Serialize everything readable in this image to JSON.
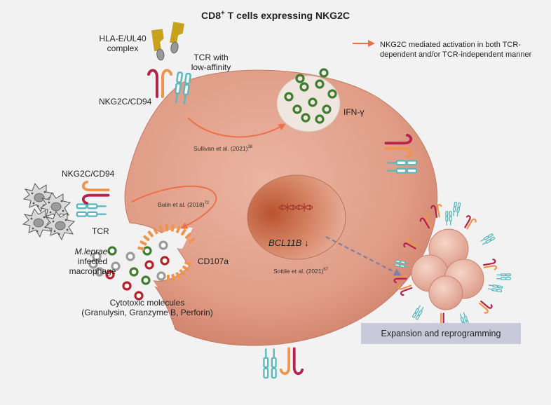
{
  "title": {
    "main": "CD8",
    "sup": "+",
    "rest": " T cells expressing NKG2C"
  },
  "legend": {
    "line1": "NKG2C mediated activation in both TCR-",
    "line2": "dependent and/or TCR-independent manner",
    "color": "#ee6f4a"
  },
  "labels": {
    "hla_line1": "HLA-E/UL40",
    "hla_line2": "complex",
    "tcr_line1": "TCR with",
    "tcr_line2": "low-affinity",
    "nkg2c_top": "NKG2C/CD94",
    "nkg2c_left": "NKG2C/CD94",
    "tcr_left": "TCR",
    "ifn": "IFN-γ",
    "cd107a": "CD107a",
    "macrophage_line1": "M.leprae-",
    "macrophage_line2": "infected",
    "macrophage_line3": "macrophage",
    "cytotoxic_line1": "Cytotoxic molecules",
    "cytotoxic_line2": "(Granulysin, Granzyme B, Perforin)",
    "gene": "BCL11B",
    "gene_arrow": "↓",
    "expansion": "Expansion and reprogramming"
  },
  "citations": {
    "sullivan": {
      "text": "Sullivan et al. (2021)",
      "ref": "38"
    },
    "balin": {
      "text": "Balin et al. (2018)",
      "ref": "72"
    },
    "sottile": {
      "text": "Sottile et al. (2021)",
      "ref": "67"
    }
  },
  "colors": {
    "cell_fill": "#e4a58f",
    "nucleus_fill": "#c8664a",
    "receptor_teal": "#5bb9bd",
    "nkg2c_red": "#b5234d",
    "nkg2c_orange": "#f0944b",
    "hla_gold": "#c7a31d",
    "granule_green": "#3f7d2e",
    "granule_red": "#b5212a",
    "granule_gray": "#9a9a9a",
    "dashed_arrow": "#7d7fa3"
  }
}
